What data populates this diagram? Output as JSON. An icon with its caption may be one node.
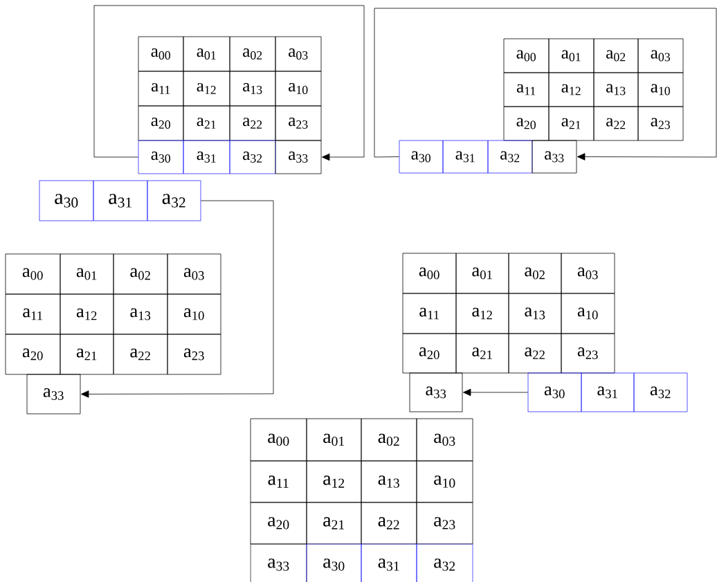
{
  "diagram": {
    "nodes": [
      {
        "text": [
          "a$_{00}$"
        ]
      },
      {
        "text": [
          "a$_{01}$"
        ]
      },
      {
        "text": [
          "a$_{02}$"
        ]
      },
      {
        "text": [
          "a$_{03}$"
        ]
      },
      {
        "text": [
          "a$_{11}$"
        ]
      },
      {
        "text": [
          "a$_{12}$"
        ]
      },
      {
        "text": [
          "a$_{13}$"
        ]
      },
      {
        "text": [
          "a$_{10}$"
        ]
      },
      {
        "text": [
          "a$_{20}$"
        ]
      },
      {
        "text": [
          "a$_{21}$"
        ]
      },
      {
        "text": [
          "a$_{22}$"
        ]
      },
      {
        "text": [
          "a$_{23}$"
        ]
      },
      {
        "text": [
          "a$_{30}$"
        ]
      },
      {
        "text": [
          "a$_{31}$"
        ]
      },
      {
        "text": [
          "a$_{32}$"
        ]
      },
      {
        "text": [
          "a$_{33}$"
        ]
      },
      {
        "text": [
          "a$_{00}$"
        ]
      },
      {
        "text": [
          "a$_{01}$"
        ]
      },
      {
        "text": [
          "a$_{02}$"
        ]
      },
      {
        "text": [
          "a$_{03}$"
        ]
      },
      {
        "text": [
          "a$_{11}$"
        ]
      },
      {
        "text": [
          "a$_{12}$"
        ]
      },
      {
        "text": [
          "a$_{13}$"
        ]
      },
      {
        "text": [
          "a$_{10}$"
        ]
      },
      {
        "text": [
          "a$_{20}$"
        ]
      },
      {
        "text": [
          "a$_{21}$"
        ]
      },
      {
        "text": [
          "a$_{22}$"
        ]
      },
      {
        "text": [
          "a$_{23}$"
        ]
      },
      {
        "text": [
          "a$_{30}$"
        ]
      },
      {
        "text": [
          "a$_{31}$"
        ]
      },
      {
        "text": [
          "a$_{32}$"
        ]
      },
      {
        "text": [
          "a$_{33}$"
        ]
      },
      {
        "text": [
          "a$_{30}$"
        ]
      },
      {
        "text": [
          "a$_{31}$"
        ]
      },
      {
        "text": [
          "a$_{32}$"
        ]
      },
      {
        "text": [
          "a$_{00}$"
        ]
      },
      {
        "text": [
          "a$_{01}$"
        ]
      },
      {
        "text": [
          "a$_{02}$"
        ]
      },
      {
        "text": [
          "a$_{03}$"
        ]
      },
      {
        "text": [
          "a$_{11}$"
        ]
      },
      {
        "text": [
          "a$_{12}$"
        ]
      },
      {
        "text": [
          "a$_{13}$"
        ]
      },
      {
        "text": [
          "a$_{10}$"
        ]
      },
      {
        "text": [
          "a$_{20}$"
        ]
      },
      {
        "text": [
          "a$_{21}$"
        ]
      },
      {
        "text": [
          "a$_{22}$"
        ]
      },
      {
        "text": [
          "a$_{23}$"
        ]
      },
      {
        "text": [
          "a$_{33}$"
        ]
      },
      {
        "text": [
          "a$_{00}$"
        ]
      },
      {
        "text": [
          "a$_{01}$"
        ]
      },
      {
        "text": [
          "a$_{02}$"
        ]
      },
      {
        "text": [
          "a$_{03}$"
        ]
      },
      {
        "text": [
          "a$_{11}$"
        ]
      },
      {
        "text": [
          "a$_{12}$"
        ]
      },
      {
        "text": [
          "a$_{13}$"
        ]
      },
      {
        "text": [
          "a$_{10}$"
        ]
      },
      {
        "text": [
          "a$_{20}$"
        ]
      },
      {
        "text": [
          "a$_{21}$"
        ]
      },
      {
        "text": [
          "a$_{22}$"
        ]
      },
      {
        "text": [
          "a$_{23}$"
        ]
      },
      {
        "text": [
          "a$_{33}$"
        ]
      },
      {
        "text": [
          "a$_{30}$"
        ]
      },
      {
        "text": [
          "a$_{31}$"
        ]
      },
      {
        "text": [
          "a$_{32}$"
        ]
      },
      {
        "text": [
          "a$_{00}$"
        ]
      },
      {
        "text": [
          "a$_{01}$"
        ]
      },
      {
        "text": [
          "a$_{02}$"
        ]
      },
      {
        "text": [
          "a$_{03}$"
        ]
      },
      {
        "text": [
          "a$_{11}$"
        ]
      },
      {
        "text": [
          "a$_{12}$"
        ]
      },
      {
        "text": [
          "a$_{13}$"
        ]
      },
      {
        "text": [
          "a$_{10}$"
        ]
      },
      {
        "text": [
          "a$_{20}$"
        ]
      },
      {
        "text": [
          "a$_{21}$"
        ]
      },
      {
        "text": [
          "a$_{22}$"
        ]
      },
      {
        "text": [
          "a$_{23}$"
        ]
      },
      {
        "text": [
          "a$_{33}$"
        ]
      },
      {
        "text": [
          "a$_{30}$"
        ]
      },
      {
        "text": [
          "a$_{31}$"
        ]
      },
      {
        "text": [
          "a$_{32}$"
        ]
      }
    ],
    "edges": [
      {
        "from": 12,
        "to": 15,
        "arrow": "to"
      },
      {
        "from": 28,
        "to": 31,
        "arrow": "to"
      },
      {
        "from": 34,
        "to": 47,
        "arrow": "to"
      },
      {
        "from": 61,
        "to": 60,
        "arrow": "to"
      }
    ]
  }
}
